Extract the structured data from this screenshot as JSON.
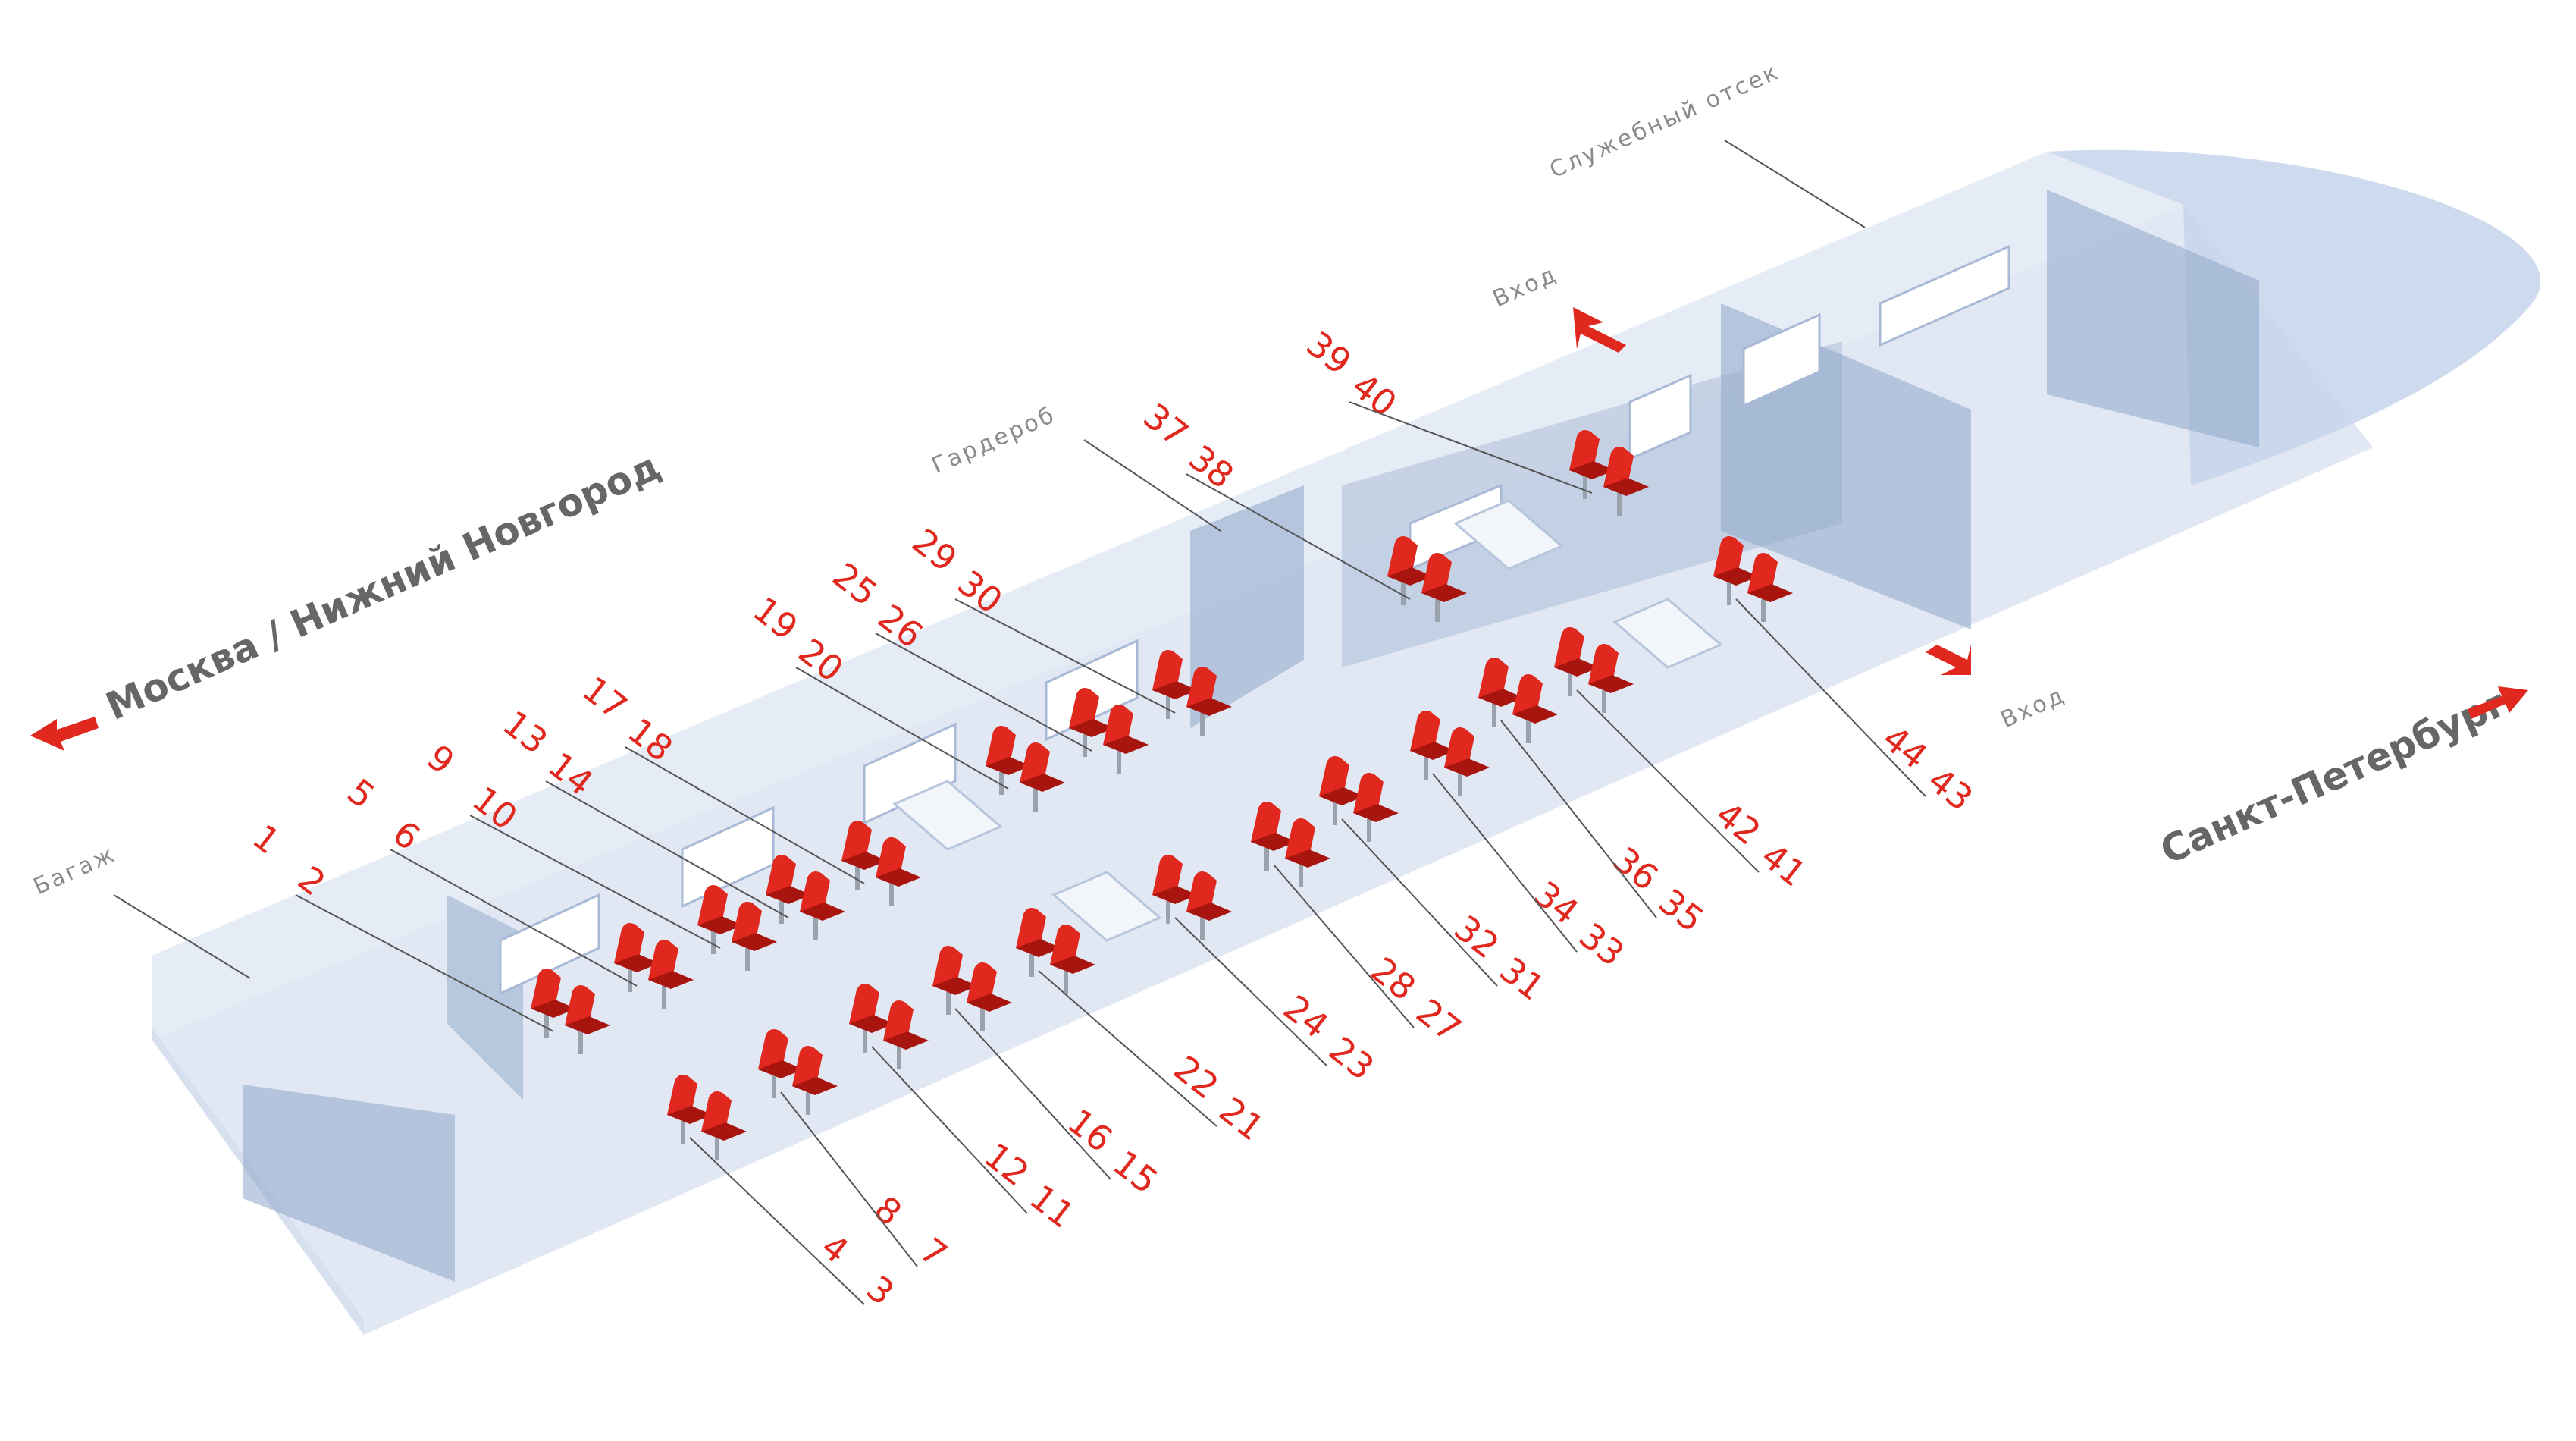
{
  "zones": {
    "baggage": "Багаж",
    "wardrobe": "Гардероб",
    "service": "Служебный отсек",
    "entrance_top": "Вход",
    "entrance_bottom": "Вход"
  },
  "directions": {
    "left": "Москва / Нижний Новгород",
    "right": "Санкт-Петербург"
  },
  "seats": [
    {
      "top": "1",
      "bottom": "2"
    },
    {
      "top": "5",
      "bottom": "6"
    },
    {
      "top": "9",
      "bottom": "10"
    },
    {
      "top": "13",
      "bottom": "14"
    },
    {
      "top": "17",
      "bottom": "18"
    },
    {
      "top": "19",
      "bottom": "20"
    },
    {
      "top": "25",
      "bottom": "26"
    },
    {
      "top": "29",
      "bottom": "30"
    },
    {
      "top": "37",
      "bottom": "38"
    },
    {
      "top": "39",
      "bottom": "40"
    },
    {
      "top": "44",
      "bottom": "43"
    },
    {
      "top": "42",
      "bottom": "41"
    },
    {
      "top": "36",
      "bottom": "35"
    },
    {
      "top": "34",
      "bottom": "33"
    },
    {
      "top": "32",
      "bottom": "31"
    },
    {
      "top": "28",
      "bottom": "27"
    },
    {
      "top": "24",
      "bottom": "23"
    },
    {
      "top": "22",
      "bottom": "21"
    },
    {
      "top": "16",
      "bottom": "15"
    },
    {
      "top": "12",
      "bottom": "11"
    },
    {
      "top": "8",
      "bottom": "7"
    },
    {
      "top": "4",
      "bottom": "3"
    }
  ],
  "colors": {
    "seat": "#e0281e",
    "seat_dark": "#a8140e",
    "hull": "#b9c9e0",
    "hull_dark": "#8ea5c8",
    "accent": "#e0281e"
  }
}
